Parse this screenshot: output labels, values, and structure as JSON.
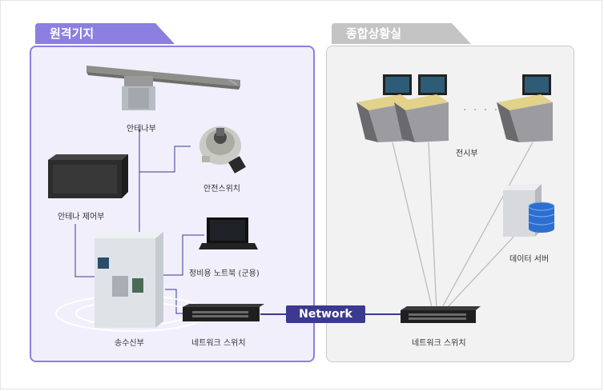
{
  "sections": {
    "left_title": "원격기지",
    "right_title": "종합상황실"
  },
  "labels": {
    "antenna": "안테나부",
    "safety_switch": "안전스위치",
    "antenna_control": "안테나 제어부",
    "maintenance_laptop": "정비용 노트북 (군용)",
    "transceiver": "송수신부",
    "network_switch_left": "네트워크 스위치",
    "display": "전시부",
    "data_server": "데이터 서버",
    "network_switch_right": "네트워크 스위치",
    "network": "Network",
    "ellipsis": "· · · ·"
  },
  "colors": {
    "left_accent": "#8b7fe0",
    "left_bg": "#f1effc",
    "right_accent": "#c4c4c4",
    "right_bg": "#f2f2f2",
    "network_bar": "#3b3a8f"
  }
}
